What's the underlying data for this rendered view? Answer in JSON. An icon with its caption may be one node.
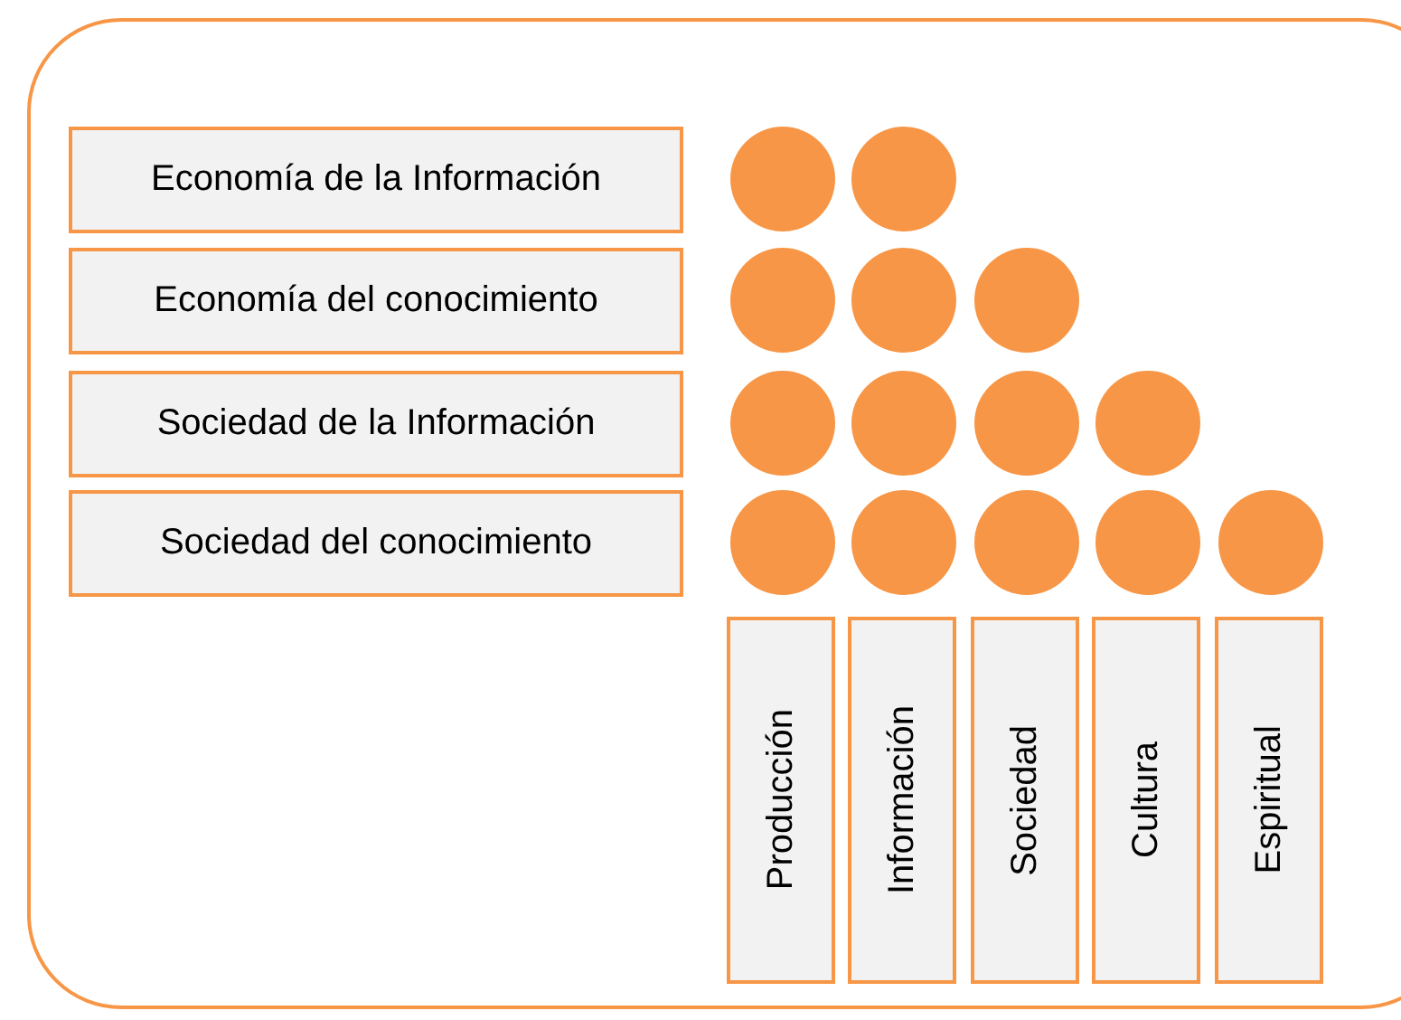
{
  "diagram": {
    "nodes": [
      {
        "text": [
          "Economía de la Información"
        ]
      },
      {
        "text": [],
        "shape": "circle"
      },
      {
        "text": [],
        "shape": "circle"
      },
      {
        "text": [
          "Economía del conocimiento"
        ]
      },
      {
        "text": [],
        "shape": "circle"
      },
      {
        "text": [],
        "shape": "circle"
      },
      {
        "text": [],
        "shape": "circle"
      },
      {
        "text": [
          "Sociedad de la Información"
        ]
      },
      {
        "text": [],
        "shape": "circle"
      },
      {
        "text": [],
        "shape": "circle"
      },
      {
        "text": [],
        "shape": "circle"
      },
      {
        "text": [],
        "shape": "circle"
      },
      {
        "text": [
          "Sociedad del conocimiento"
        ]
      },
      {
        "text": [],
        "shape": "circle"
      },
      {
        "text": [],
        "shape": "circle"
      },
      {
        "text": [],
        "shape": "circle"
      },
      {
        "text": [],
        "shape": "circle"
      },
      {
        "text": [],
        "shape": "circle"
      },
      {
        "text": [
          "Producción"
        ]
      },
      {
        "text": [
          "Información"
        ]
      },
      {
        "text": [
          "Sociedad"
        ]
      },
      {
        "text": [
          "Cultura"
        ]
      },
      {
        "text": [
          "Espiritual"
        ]
      }
    ]
  }
}
